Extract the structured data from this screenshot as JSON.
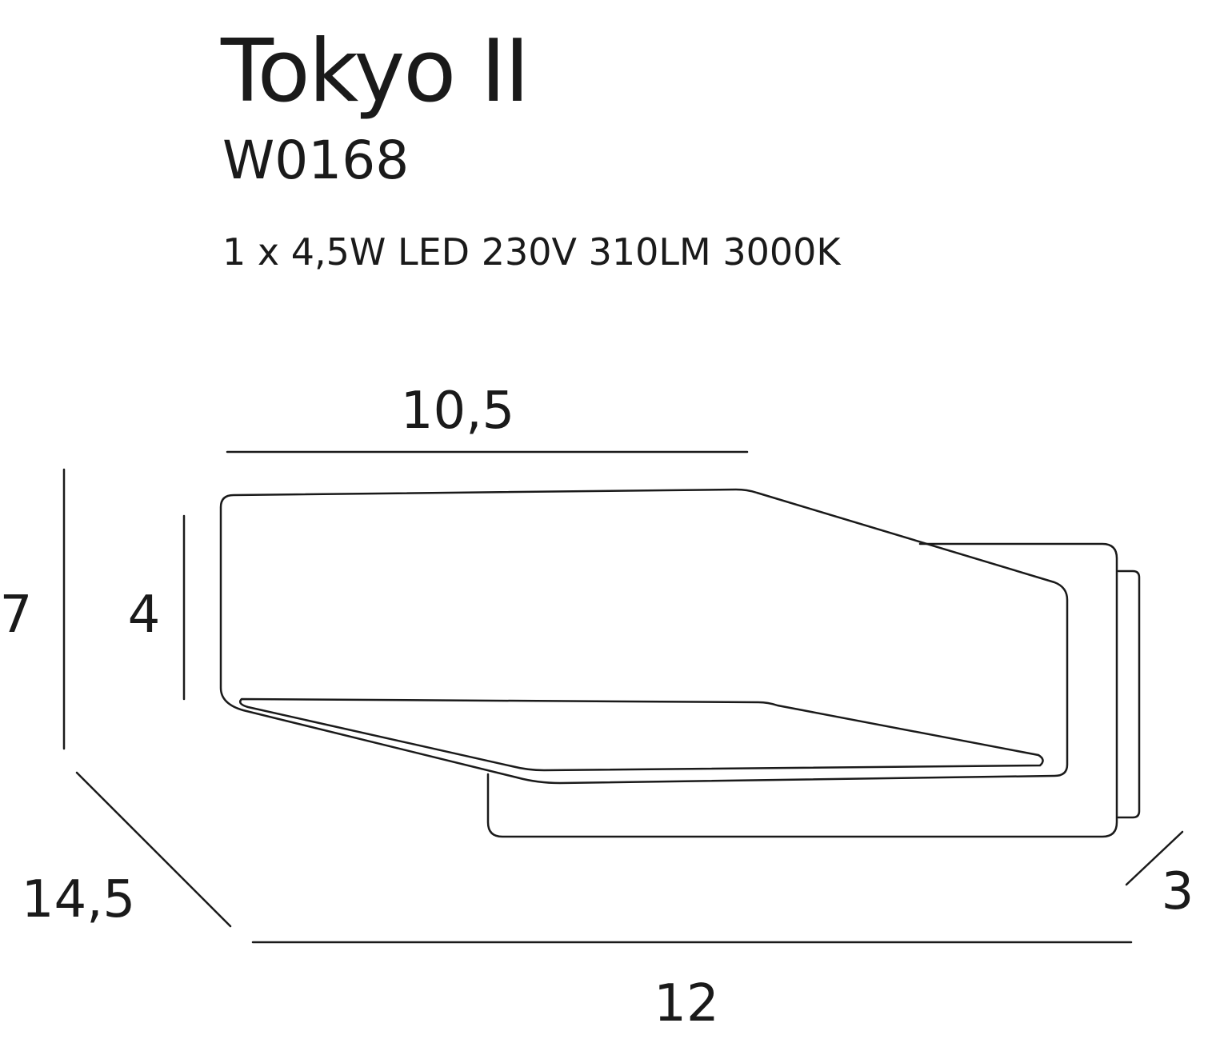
{
  "product": {
    "name": "Tokyo II",
    "code": "W0168",
    "spec": "1 x 4,5W LED 230V 310LM 3000K"
  },
  "dimensions": {
    "top_width": "10,5",
    "total_height": "7",
    "shade_height": "4",
    "depth": "14,5",
    "base_width": "12",
    "base_depth": "3"
  },
  "line_color": "#1a1a1a"
}
